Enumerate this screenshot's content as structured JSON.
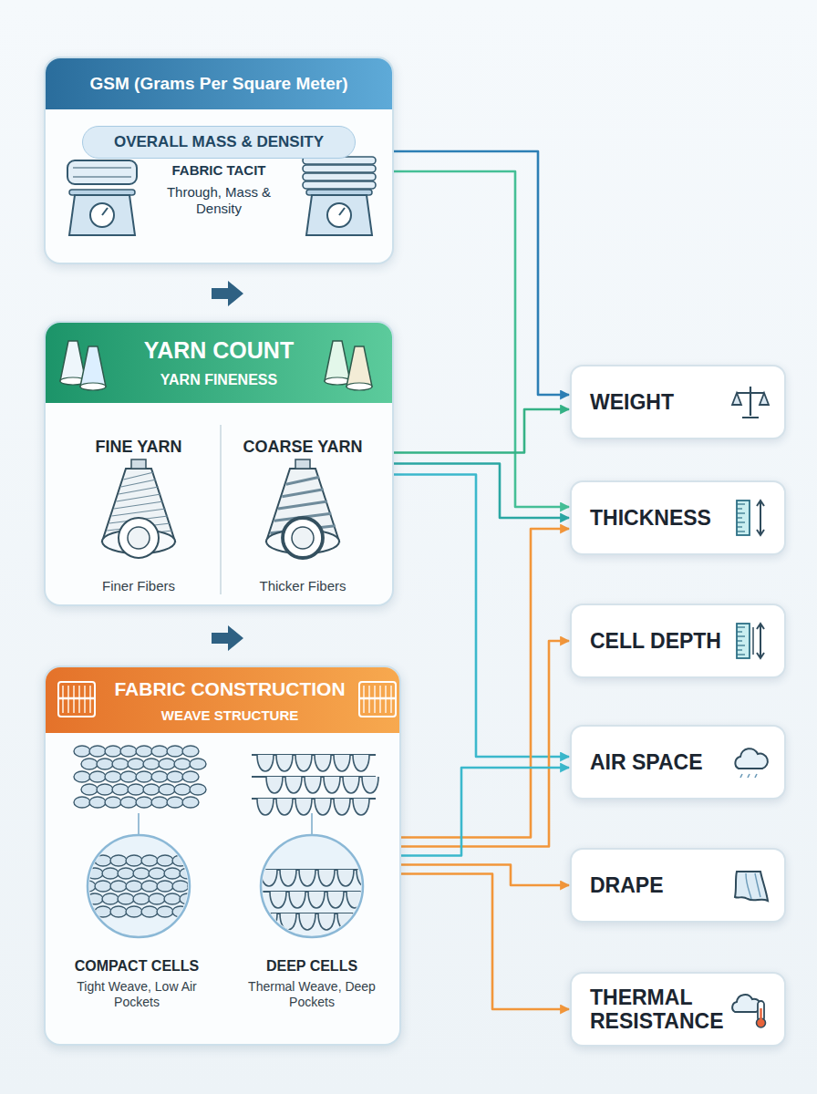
{
  "diagram": {
    "nodes": [
      {
        "text": [
          "GSM (Grams Per Square Meter)",
          "FABRIC TACIT",
          "Through, Mass & Density"
        ]
      },
      {
        "text": [
          "OVERALL MASS & DENSITY"
        ],
        "in": 0
      },
      {
        "text": [
          "YARN COUNT",
          "YARN FINENESS"
        ]
      },
      {
        "text": [
          "FABRIC CONSTRUCTION",
          "WEAVE STRUCTURE"
        ]
      },
      {
        "text": [
          "WEIGHT"
        ]
      },
      {
        "text": [
          "THICKNESS"
        ]
      },
      {
        "text": [
          "CELL DEPTH"
        ]
      },
      {
        "text": [
          "AIR SPACE"
        ]
      },
      {
        "text": [
          "DRAPE"
        ]
      },
      {
        "text": [
          "THERMAL RESISTANCE"
        ]
      }
    ],
    "edges": [
      {
        "from": 0,
        "to": 4,
        "arrow": "to"
      },
      {
        "from": 0,
        "to": 5,
        "arrow": "to"
      },
      {
        "from": 2,
        "to": 4,
        "arrow": "to"
      },
      {
        "from": 2,
        "to": 5,
        "arrow": "to"
      },
      {
        "from": 2,
        "to": 7,
        "arrow": "to"
      },
      {
        "from": 3,
        "to": 5,
        "arrow": "to"
      },
      {
        "from": 3,
        "to": 6,
        "arrow": "to"
      },
      {
        "from": 3,
        "to": 7,
        "arrow": "to"
      },
      {
        "from": 3,
        "to": 8,
        "arrow": "to"
      },
      {
        "from": 3,
        "to": 9,
        "arrow": "to"
      }
    ],
    "labels": [
      "FINE YARN",
      "COARSE YARN",
      "Finer Fibers",
      "Thicker Fibers",
      "COMPACT CELLS",
      "Tight Weave, Low Air Pockets",
      "DEEP CELLS",
      "Thermal Weave, Deep Pockets"
    ]
  }
}
